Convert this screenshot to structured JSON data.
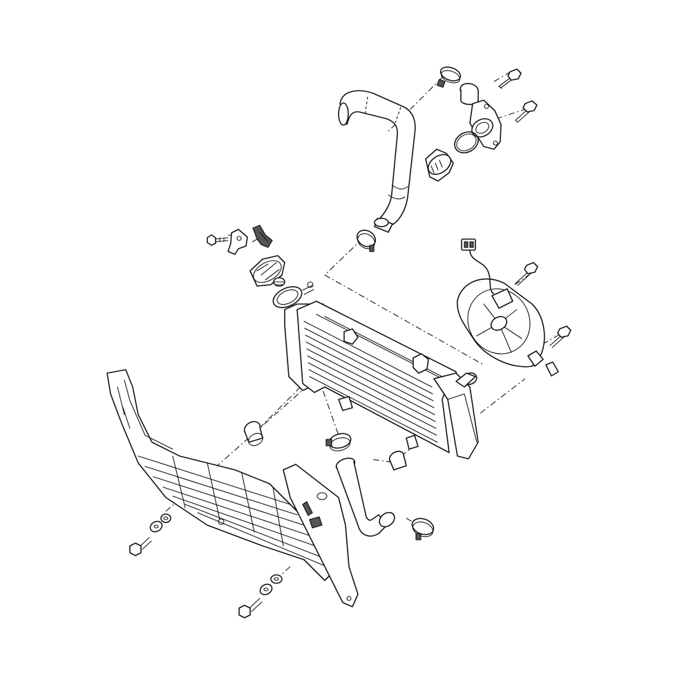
{
  "diagram": {
    "background": "#ffffff",
    "line_color": "#111111",
    "parts": [
      "upper-radiator-hose",
      "hose-clamp-top",
      "thermostat-housing-pipe",
      "thermostat-housing-bolt-upper",
      "thermostat-housing-bolt-lower",
      "thermostat-housing",
      "o-ring",
      "thermostat",
      "hose-clamp-upper-hose",
      "bracket-bolt",
      "bracket",
      "clip",
      "radiator-cap",
      "radiator",
      "cooling-fan",
      "fan-connector",
      "fan-bolt-upper",
      "fan-bolt-lower",
      "fan-spacer",
      "radiator-grommet-left",
      "radiator-grommet-right",
      "radiator-shroud",
      "side-cover",
      "lower-radiator-hose",
      "hose-clamp-lower-top",
      "hose-clamp-lower-bottom",
      "shroud-bolt-upper",
      "shroud-washer-upper",
      "shroud-collar-upper",
      "shroud-bolt-lower",
      "shroud-washer-lower",
      "shroud-collar-lower"
    ]
  }
}
